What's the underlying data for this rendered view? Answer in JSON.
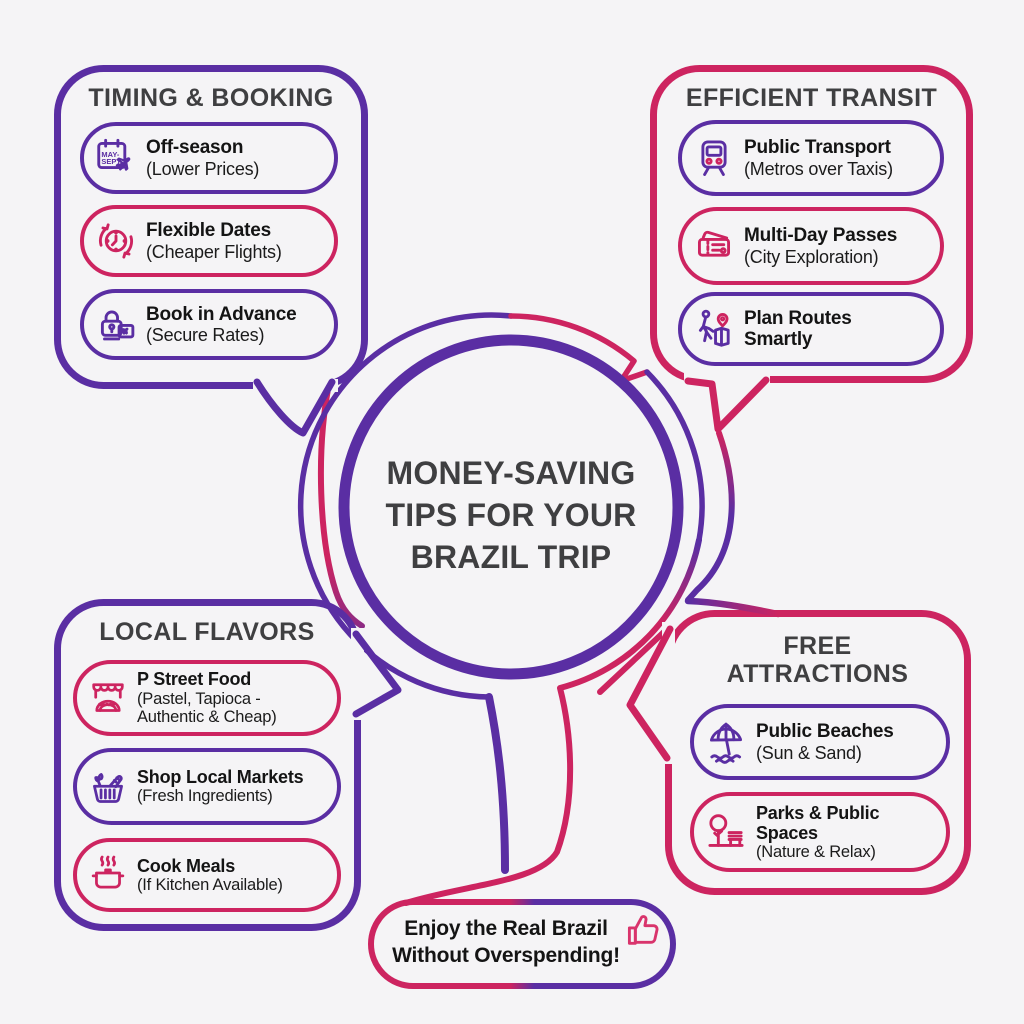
{
  "colors": {
    "purple": "#5a2ea3",
    "crimson": "#cd2460",
    "heading_gray": "#3f3f41",
    "body_text": "#141414",
    "background": "#f5f4f6",
    "thumb_pink": "#d9346c"
  },
  "center": {
    "lines": [
      "MONEY-SAVING",
      "TIPS FOR YOUR",
      "BRAZIL TRIP"
    ]
  },
  "boxes": {
    "timing": {
      "title": "TIMING & BOOKING",
      "items": [
        {
          "icon": "calendar-may-sept-plane-icon",
          "title": "Off-season",
          "subtitle": "(Lower Prices)",
          "accent": "purple"
        },
        {
          "icon": "clock-refresh-icon",
          "title": "Flexible Dates",
          "subtitle": "(Cheaper Flights)",
          "accent": "crimson"
        },
        {
          "icon": "lock-ticket-plane-icon",
          "title": "Book in Advance",
          "subtitle": "(Secure Rates)",
          "accent": "purple"
        }
      ]
    },
    "transit": {
      "title": "EFFICIENT TRANSIT",
      "items": [
        {
          "icon": "metro-train-icon",
          "title": "Public Transport",
          "subtitle": "(Metros over Taxis)",
          "accent": "purple"
        },
        {
          "icon": "day-passes-tickets-icon",
          "title": "Multi-Day Passes",
          "subtitle": "(City Exploration)",
          "accent": "crimson"
        },
        {
          "icon": "walk-route-map-icon",
          "title": "Plan Routes Smartly",
          "subtitle": "",
          "accent": "purple"
        }
      ]
    },
    "flavors": {
      "title": "LOCAL FLAVORS",
      "items": [
        {
          "icon": "street-food-stall-icon",
          "title": "P Street Food",
          "subtitle": "(Pastel, Tapioca - Authentic & Cheap)",
          "accent": "crimson"
        },
        {
          "icon": "market-basket-icon",
          "title": "Shop Local Markets",
          "subtitle": "(Fresh Ingredients)",
          "accent": "purple"
        },
        {
          "icon": "cooking-pot-icon",
          "title": "Cook Meals",
          "subtitle": "(If Kitchen Available)",
          "accent": "crimson"
        }
      ]
    },
    "attractions": {
      "title": "FREE ATTRACTIONS",
      "items": [
        {
          "icon": "beach-umbrella-icon",
          "title": "Public Beaches",
          "subtitle": "(Sun & Sand)",
          "accent": "purple"
        },
        {
          "icon": "park-tree-bench-icon",
          "title": "Parks & Public Spaces",
          "subtitle": "(Nature & Relax)",
          "accent": "crimson"
        }
      ]
    }
  },
  "footer": {
    "lines": [
      "Enjoy the Real Brazil",
      "Without Overspending!"
    ],
    "icon": "thumbs-up-icon"
  }
}
